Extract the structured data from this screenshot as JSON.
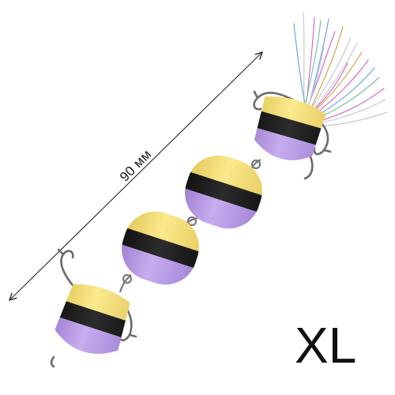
{
  "dimension": {
    "length_label": "90 мм"
  },
  "size_label": "XL",
  "colors": {
    "foam_yellow": "#f1dc73",
    "foam_black": "#1f1f1f",
    "foam_lilac": "#b494df",
    "hook_metal": "#6b6b6b",
    "tinsel": [
      "#c9c9d6",
      "#d96ac6",
      "#6aa8e6",
      "#caa64a",
      "#7bc49a"
    ]
  },
  "segments": [
    "front-body",
    "second-body",
    "third-body",
    "tail-body"
  ]
}
